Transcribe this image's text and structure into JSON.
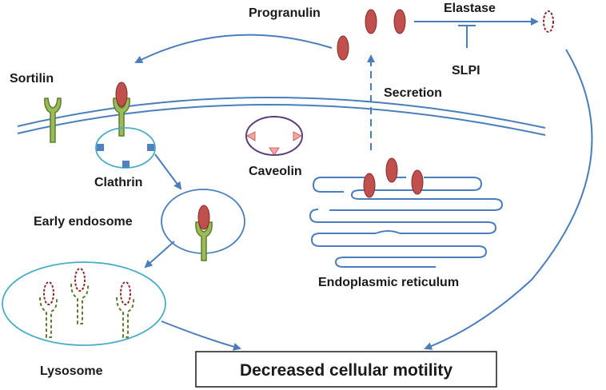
{
  "labels": {
    "progranulin": "Progranulin",
    "elastase": "Elastase",
    "slpi": "SLPI",
    "sortilin": "Sortilin",
    "secretion": "Secretion",
    "clathrin": "Clathrin",
    "caveolin": "Caveolin",
    "early_endosome": "Early endosome",
    "lysosome": "Lysosome",
    "endoplasmic_reticulum": "Endoplasmic reticulum",
    "outcome": "Decreased cellular motility"
  },
  "colors": {
    "arrow": "#4a7ebb",
    "progranulin": "#c0504d",
    "sortilin": "#9bbb59",
    "clathrin": "#4f81bd",
    "caveolin_border": "#5c3d7a",
    "caveolin_marker": "#f4a6a6",
    "lysosome_border": "#4bacc6"
  }
}
